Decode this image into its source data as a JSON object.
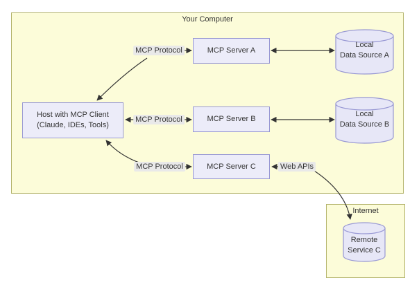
{
  "groups": {
    "your_computer": {
      "title": "Your Computer"
    },
    "internet": {
      "title": "Internet"
    }
  },
  "nodes": {
    "host": {
      "line1": "Host with MCP Client",
      "line2": "(Claude, IDEs, Tools)"
    },
    "server_a": {
      "label": "MCP Server A"
    },
    "server_b": {
      "label": "MCP Server B"
    },
    "server_c": {
      "label": "MCP Server C"
    },
    "data_source_a": {
      "line1": "Local",
      "line2": "Data Source A"
    },
    "data_source_b": {
      "line1": "Local",
      "line2": "Data Source B"
    },
    "remote_service_c": {
      "line1": "Remote",
      "line2": "Service C"
    }
  },
  "edge_labels": {
    "protocol_a": "MCP Protocol",
    "protocol_b": "MCP Protocol",
    "protocol_c": "MCP Protocol",
    "web_apis": "Web APIs"
  },
  "colors": {
    "page_bg": "#ffffff",
    "container_bg": "#fcfcd9",
    "container_border": "#b3b36b",
    "node_bg": "#ececf9",
    "node_border": "#9797d3",
    "cylinder_bg": "#e7e7f7",
    "label_bg": "#e9e9e9",
    "text": "#333333",
    "arrow": "#333333"
  }
}
